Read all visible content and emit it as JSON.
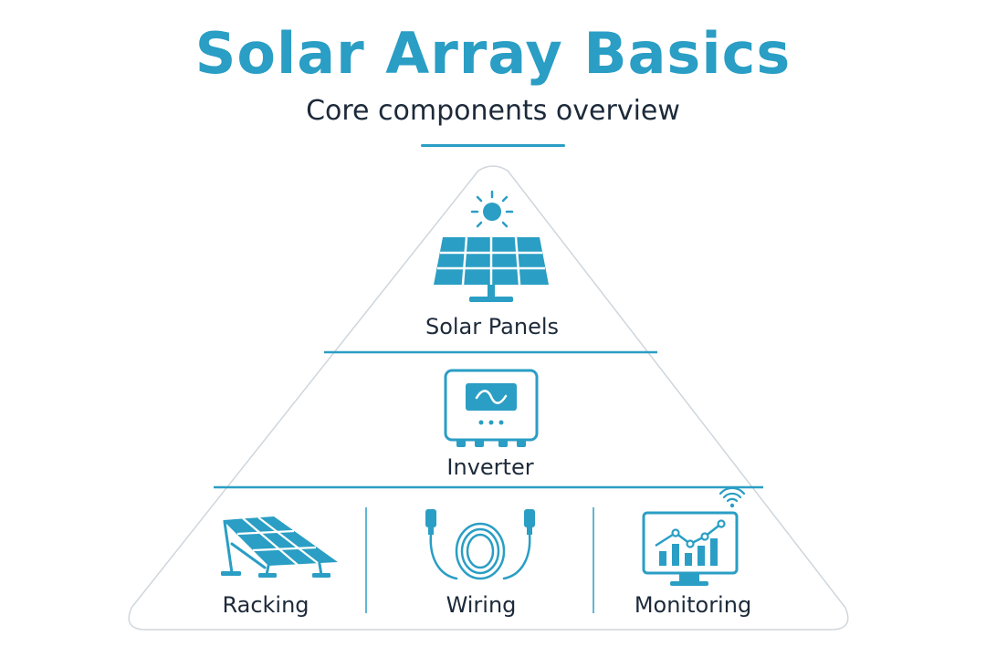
{
  "header": {
    "title": "Solar Array Basics",
    "subtitle": "Core components overview"
  },
  "pyramid": {
    "top": {
      "label": "Solar Panels",
      "icons": [
        "sun-icon",
        "solar-panel-icon"
      ]
    },
    "middle": {
      "label": "Inverter",
      "icon": "inverter-icon"
    },
    "base": [
      {
        "label": "Racking",
        "icon": "tilted-panel-rack-icon"
      },
      {
        "label": "Wiring",
        "icon": "coiled-cable-icon"
      },
      {
        "label": "Monitoring",
        "icon": "monitor-chart-icon"
      }
    ]
  },
  "colors": {
    "accent": "#2a9ec4",
    "text": "#1d2a3a",
    "outline": "#cfd6dc",
    "divider": "#2a9ec4"
  }
}
